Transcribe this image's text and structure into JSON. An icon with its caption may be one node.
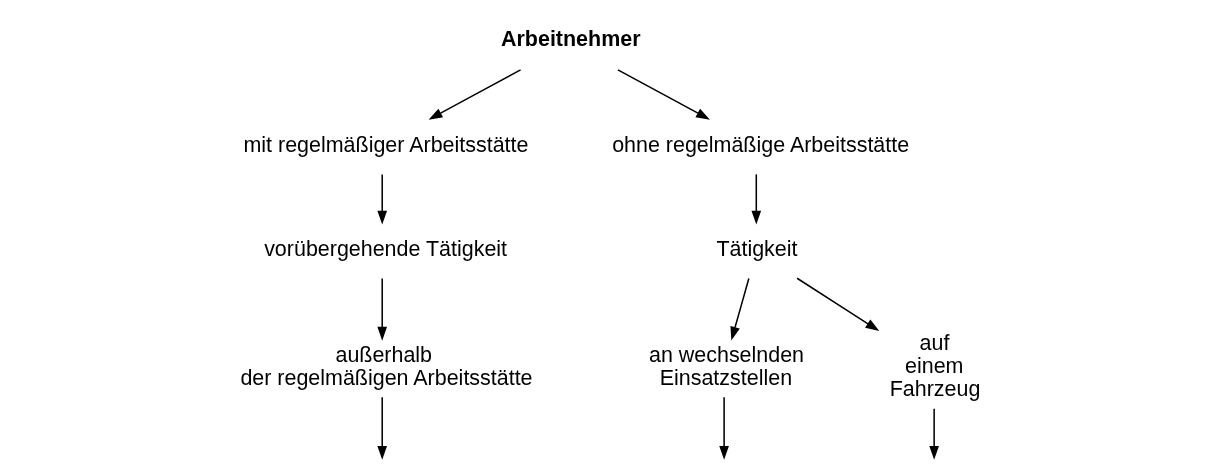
{
  "diagram": {
    "nodes": [
      {
        "text": [
          "Arbeitnehmer"
        ]
      },
      {
        "text": [
          "mit regelmäßiger Arbeitsstätte"
        ]
      },
      {
        "text": [
          "ohne regelmäßige Arbeitsstätte"
        ]
      },
      {
        "text": [
          "vorübergehende Tätigkeit"
        ]
      },
      {
        "text": [
          "Tätigkeit"
        ]
      },
      {
        "text": [
          "außerhalb der regelmäßigen Arbeitsstätte"
        ]
      },
      {
        "text": [
          "an wechselnden Einsatzstellen"
        ]
      },
      {
        "text": [
          "auf einem Fahrzeug"
        ]
      }
    ],
    "edges": [
      {
        "from": 0,
        "to": 1,
        "arrow": "to"
      },
      {
        "from": 0,
        "to": 2,
        "arrow": "to"
      },
      {
        "from": 1,
        "to": 3,
        "arrow": "to"
      },
      {
        "from": 2,
        "to": 4,
        "arrow": "to"
      },
      {
        "from": 3,
        "to": 5,
        "arrow": "to"
      },
      {
        "from": 4,
        "to": 6,
        "arrow": "to"
      },
      {
        "from": 4,
        "to": 7,
        "arrow": "to"
      },
      {
        "from": 5,
        "to": null,
        "arrow": "to"
      },
      {
        "from": 6,
        "to": null,
        "arrow": "to"
      },
      {
        "from": 7,
        "to": null,
        "arrow": "to"
      }
    ]
  }
}
